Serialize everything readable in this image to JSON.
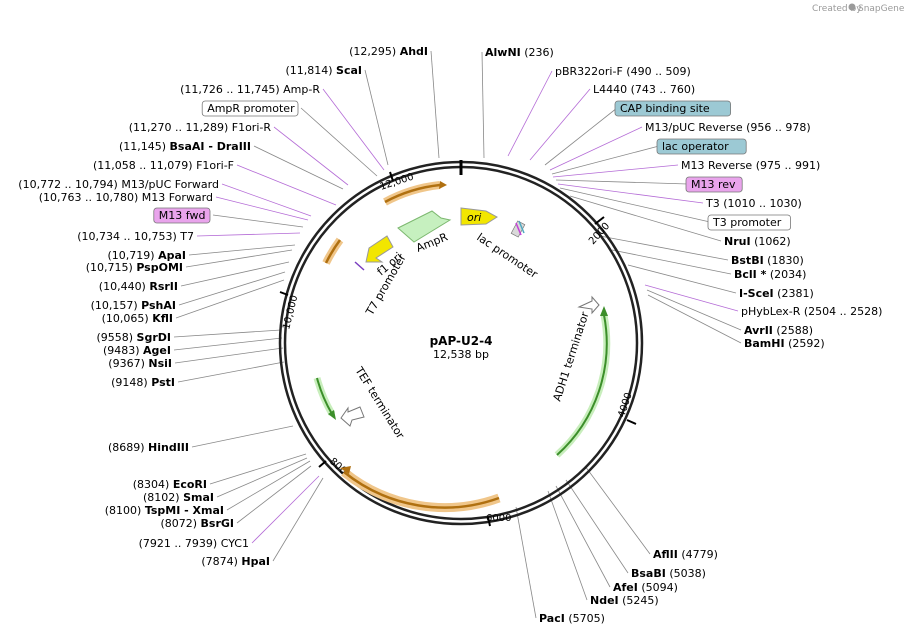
{
  "plasmid": {
    "name": "pAP-U2-4",
    "length": "12,538 bp"
  },
  "credit": {
    "created_by": "Created by",
    "app": "SnapGene"
  },
  "ruler_ticks": [
    "2000",
    "4000",
    "6000",
    "8000",
    "10,000",
    "12,000"
  ],
  "colors": {
    "ring": "#222222",
    "primer": "#9b30d0",
    "feature_orange": "#c98a23",
    "feature_green": "#54a63a",
    "ori_yellow": "#f2e600",
    "box_blue": "#9cc9d4",
    "box_pink": "#e9a4ec"
  },
  "features": {
    "ori": "ori",
    "lac_promoter": "lac promoter",
    "AmpR": "AmpR",
    "f1_ori": "f1 ori",
    "T7_promoter": "T7 promoter",
    "ADH1_terminator": "ADH1 terminator",
    "TEF_terminator": "TEF terminator"
  },
  "right_labels": [
    {
      "name": "AlwNI",
      "pos": "(236)",
      "kind": "enzyme"
    },
    {
      "name": "pBR322ori-F",
      "pos": "(490 .. 509)",
      "kind": "primer"
    },
    {
      "name": "L4440",
      "pos": "(743 .. 760)",
      "kind": "primer"
    },
    {
      "name": "CAP binding site",
      "pos": "",
      "kind": "box-blue"
    },
    {
      "name": "M13/pUC Reverse",
      "pos": "(956 .. 978)",
      "kind": "primer"
    },
    {
      "name": "lac operator",
      "pos": "",
      "kind": "box-blue"
    },
    {
      "name": "M13 Reverse",
      "pos": "(975 .. 991)",
      "kind": "primer"
    },
    {
      "name": "M13 rev",
      "pos": "",
      "kind": "box-pink"
    },
    {
      "name": "T3",
      "pos": "(1010 .. 1030)",
      "kind": "primer"
    },
    {
      "name": "T3 promoter",
      "pos": "",
      "kind": "box-white"
    },
    {
      "name": "NruI",
      "pos": "(1062)",
      "kind": "enzyme"
    },
    {
      "name": "BstBI",
      "pos": "(1830)",
      "kind": "enzyme"
    },
    {
      "name": "BclI *",
      "pos": "(2034)",
      "kind": "enzyme"
    },
    {
      "name": "I-SceI",
      "pos": "(2381)",
      "kind": "enzyme"
    },
    {
      "name": "pHybLex-R",
      "pos": "(2504 .. 2528)",
      "kind": "primer"
    },
    {
      "name": "AvrII",
      "pos": "(2588)",
      "kind": "enzyme"
    },
    {
      "name": "BamHI",
      "pos": "(2592)",
      "kind": "enzyme"
    },
    {
      "name": "AflII",
      "pos": "(4779)",
      "kind": "enzyme"
    },
    {
      "name": "BsaBI",
      "pos": "(5038)",
      "kind": "enzyme"
    },
    {
      "name": "AfeI",
      "pos": "(5094)",
      "kind": "enzyme"
    },
    {
      "name": "NdeI",
      "pos": "(5245)",
      "kind": "enzyme"
    },
    {
      "name": "PacI",
      "pos": "(5705)",
      "kind": "enzyme"
    }
  ],
  "left_labels": [
    {
      "name": "AhdI",
      "pos": "(12,295)",
      "kind": "enzyme"
    },
    {
      "name": "ScaI",
      "pos": "(11,814)",
      "kind": "enzyme"
    },
    {
      "name": "Amp-R",
      "pos": "(11,726 .. 11,745)",
      "kind": "primer"
    },
    {
      "name": "AmpR promoter",
      "pos": "",
      "kind": "box-white"
    },
    {
      "name": "BsaAI - DraIII",
      "pos": "(11,145)",
      "kind": "enzyme"
    },
    {
      "name": "F1ori-R",
      "pos": "(11,270 .. 11,289)",
      "kind": "primer"
    },
    {
      "name": "F1ori-F",
      "pos": "(11,058 .. 11,079)",
      "kind": "primer"
    },
    {
      "name": "M13/pUC Forward",
      "pos": "(10,772 .. 10,794)",
      "kind": "primer"
    },
    {
      "name": "M13 Forward",
      "pos": "(10,763 .. 10,780)",
      "kind": "primer"
    },
    {
      "name": "M13 fwd",
      "pos": "",
      "kind": "box-pink"
    },
    {
      "name": "T7",
      "pos": "(10,734 .. 10,753)",
      "kind": "primer"
    },
    {
      "name": "ApaI",
      "pos": "(10,719)",
      "kind": "enzyme"
    },
    {
      "name": "PspOMI",
      "pos": "(10,715)",
      "kind": "enzyme"
    },
    {
      "name": "RsrII",
      "pos": "(10,440)",
      "kind": "enzyme"
    },
    {
      "name": "PshAI",
      "pos": "(10,157)",
      "kind": "enzyme"
    },
    {
      "name": "KflI",
      "pos": "(10,065)",
      "kind": "enzyme"
    },
    {
      "name": "SgrDI",
      "pos": "(9558)",
      "kind": "enzyme"
    },
    {
      "name": "AgeI",
      "pos": "(9483)",
      "kind": "enzyme"
    },
    {
      "name": "NsiI",
      "pos": "(9367)",
      "kind": "enzyme"
    },
    {
      "name": "PstI",
      "pos": "(9148)",
      "kind": "enzyme"
    },
    {
      "name": "HindIII",
      "pos": "(8689)",
      "kind": "enzyme"
    },
    {
      "name": "EcoRI",
      "pos": "(8304)",
      "kind": "enzyme"
    },
    {
      "name": "SmaI",
      "pos": "(8102)",
      "kind": "enzyme"
    },
    {
      "name": "TspMI - XmaI",
      "pos": "(8100)",
      "kind": "enzyme"
    },
    {
      "name": "BsrGI",
      "pos": "(8072)",
      "kind": "enzyme"
    },
    {
      "name": "CYC1",
      "pos": "(7921 .. 7939)",
      "kind": "primer"
    },
    {
      "name": "HpaI",
      "pos": "(7874)",
      "kind": "enzyme"
    }
  ]
}
